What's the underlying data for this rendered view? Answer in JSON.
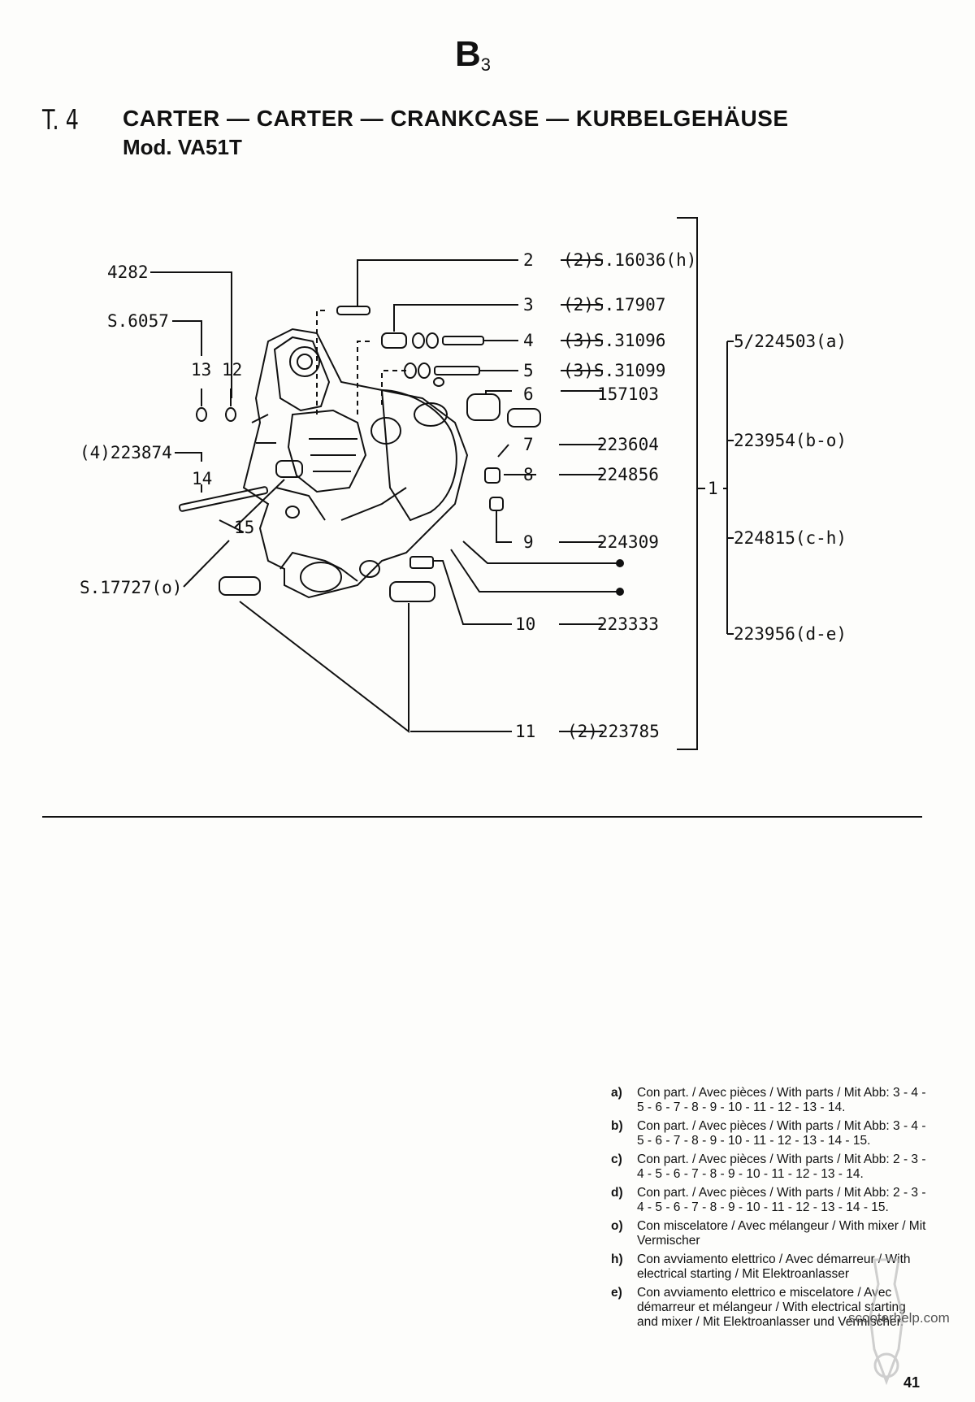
{
  "header": {
    "section_letter": "B",
    "section_sub": "3",
    "table_no": "T. 4",
    "title": "CARTER — CARTER — CRANKCASE — KURBELGEHÄUSE",
    "model": "Mod. VA51T"
  },
  "callouts": {
    "left": [
      "4282",
      "S.6057",
      "13",
      "12",
      "(4)223874",
      "14",
      "15",
      "S.17727(o)"
    ],
    "right": [
      {
        "ref": "2",
        "code": "(2)S.16036(h)"
      },
      {
        "ref": "3",
        "code": "(2)S.17907"
      },
      {
        "ref": "4",
        "code": "(3)S.31096"
      },
      {
        "ref": "5",
        "code": "(3)S.31099"
      },
      {
        "ref": "6",
        "code": "157103"
      },
      {
        "ref": "7",
        "code": "223604"
      },
      {
        "ref": "8",
        "code": "224856"
      },
      {
        "ref": "9",
        "code": "224309"
      },
      {
        "ref": "10",
        "code": "223333"
      },
      {
        "ref": "11",
        "code": "(2)223785"
      }
    ],
    "group_ref": "1",
    "assemblies": [
      "5/224503(a)",
      "223954(b-o)",
      "224815(c-h)",
      "223956(d-e)"
    ]
  },
  "notes": [
    {
      "key": "a)",
      "text": "Con part. / Avec pièces / With parts / Mit Abb: 3 - 4 - 5 - 6 - 7 - 8 - 9 - 10 - 11 - 12 - 13 - 14."
    },
    {
      "key": "b)",
      "text": "Con part. / Avec pièces / With parts / Mit Abb: 3 - 4 - 5 - 6 - 7 - 8 - 9 - 10 - 11 - 12 - 13 - 14 - 15."
    },
    {
      "key": "c)",
      "text": "Con part. / Avec pièces / With parts / Mit Abb: 2 - 3 - 4 - 5 - 6 - 7 - 8 - 9 - 10 - 11 - 12 - 13 - 14."
    },
    {
      "key": "d)",
      "text": "Con part. / Avec pièces / With parts / Mit Abb: 2 - 3 - 4 - 5 - 6 - 7 - 8 - 9 - 10 - 11 - 12 - 13 - 14 - 15."
    },
    {
      "key": "o)",
      "text": "Con miscelatore / Avec mélangeur / With mixer / Mit Vermischer"
    },
    {
      "key": "h)",
      "text": "Con avviamento elettrico / Avec démarreur / With electrical starting / Mit Elektroanlasser"
    },
    {
      "key": "e)",
      "text": "Con avviamento elettrico e miscelatore / Avec démarreur et mélangeur / With electrical starting and mixer / Mit Elektroanlasser und Vermischer."
    }
  ],
  "page_number": "41",
  "watermark": "scooterhelp.com"
}
